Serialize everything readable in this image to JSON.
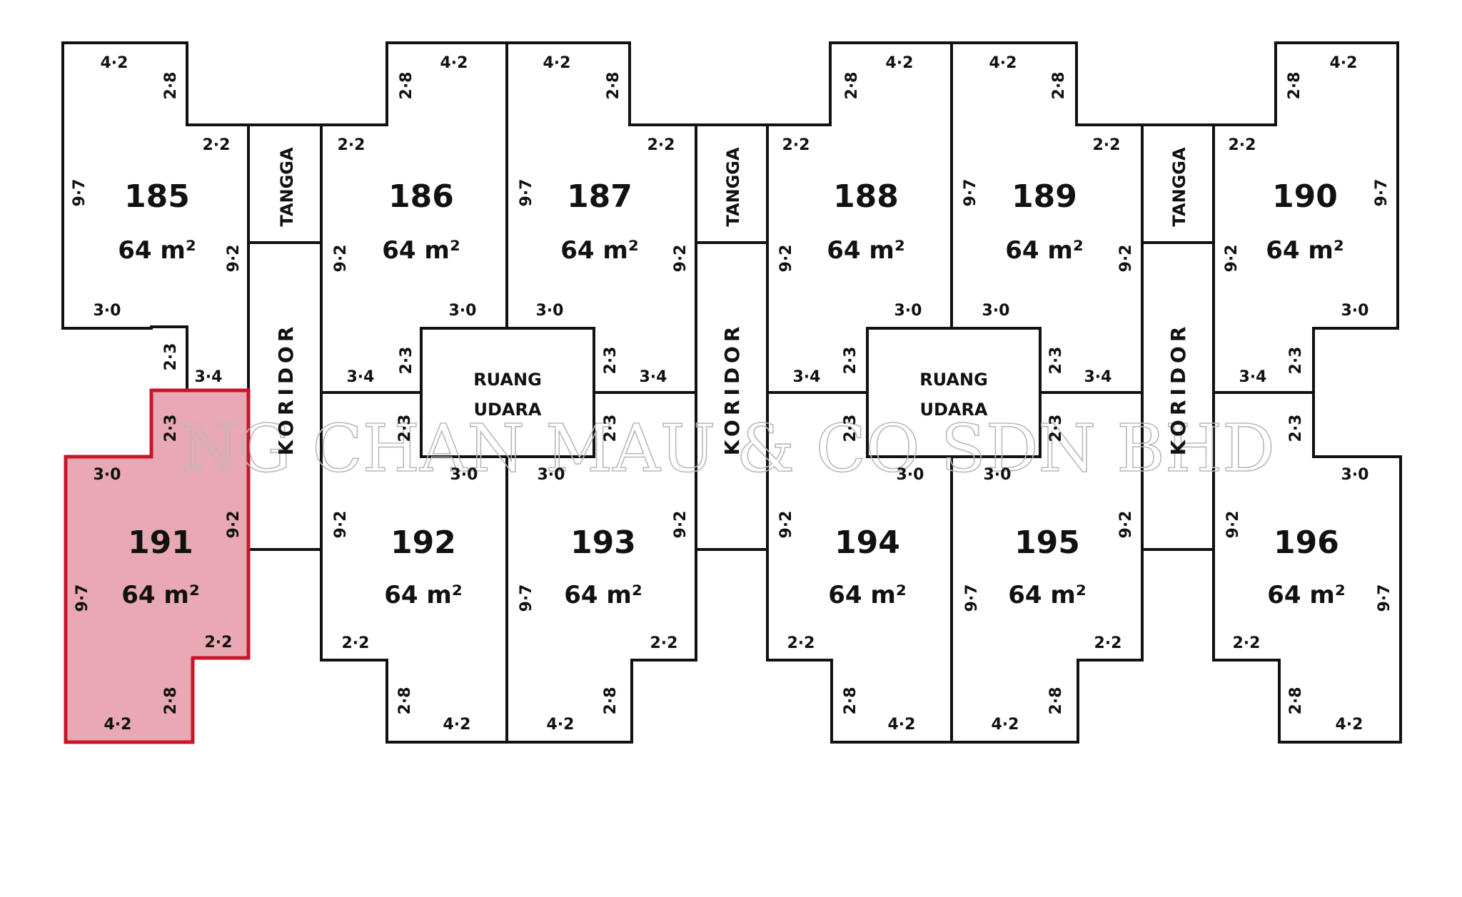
{
  "units": [
    {
      "id": "185",
      "area": "64 m²",
      "highlighted": false
    },
    {
      "id": "186",
      "area": "64 m²",
      "highlighted": false
    },
    {
      "id": "187",
      "area": "64 m²",
      "highlighted": false
    },
    {
      "id": "188",
      "area": "64 m²",
      "highlighted": false
    },
    {
      "id": "189",
      "area": "64 m²",
      "highlighted": false
    },
    {
      "id": "190",
      "area": "64 m²",
      "highlighted": false
    },
    {
      "id": "191",
      "area": "64 m²",
      "highlighted": true
    },
    {
      "id": "192",
      "area": "64 m²",
      "highlighted": false
    },
    {
      "id": "193",
      "area": "64 m²",
      "highlighted": false
    },
    {
      "id": "194",
      "area": "64 m²",
      "highlighted": false
    },
    {
      "id": "195",
      "area": "64 m²",
      "highlighted": false
    },
    {
      "id": "196",
      "area": "64 m²",
      "highlighted": false
    }
  ],
  "labels": {
    "stair": "TANGGA",
    "corridor": "KORIDOR",
    "void_line1": "RUANG",
    "void_line2": "UDARA"
  },
  "dimensions": {
    "d42": "4·2",
    "d28": "2·8",
    "d22": "2·2",
    "d97": "9·7",
    "d92": "9·2",
    "d30": "3·0",
    "d23": "2·3",
    "d34": "3·4"
  },
  "watermark": "NG CHAN MAU & CO SDN BHD",
  "colors": {
    "highlight_fill": "#e8a9b4",
    "highlight_stroke": "#c8152a",
    "line": "#111111"
  }
}
